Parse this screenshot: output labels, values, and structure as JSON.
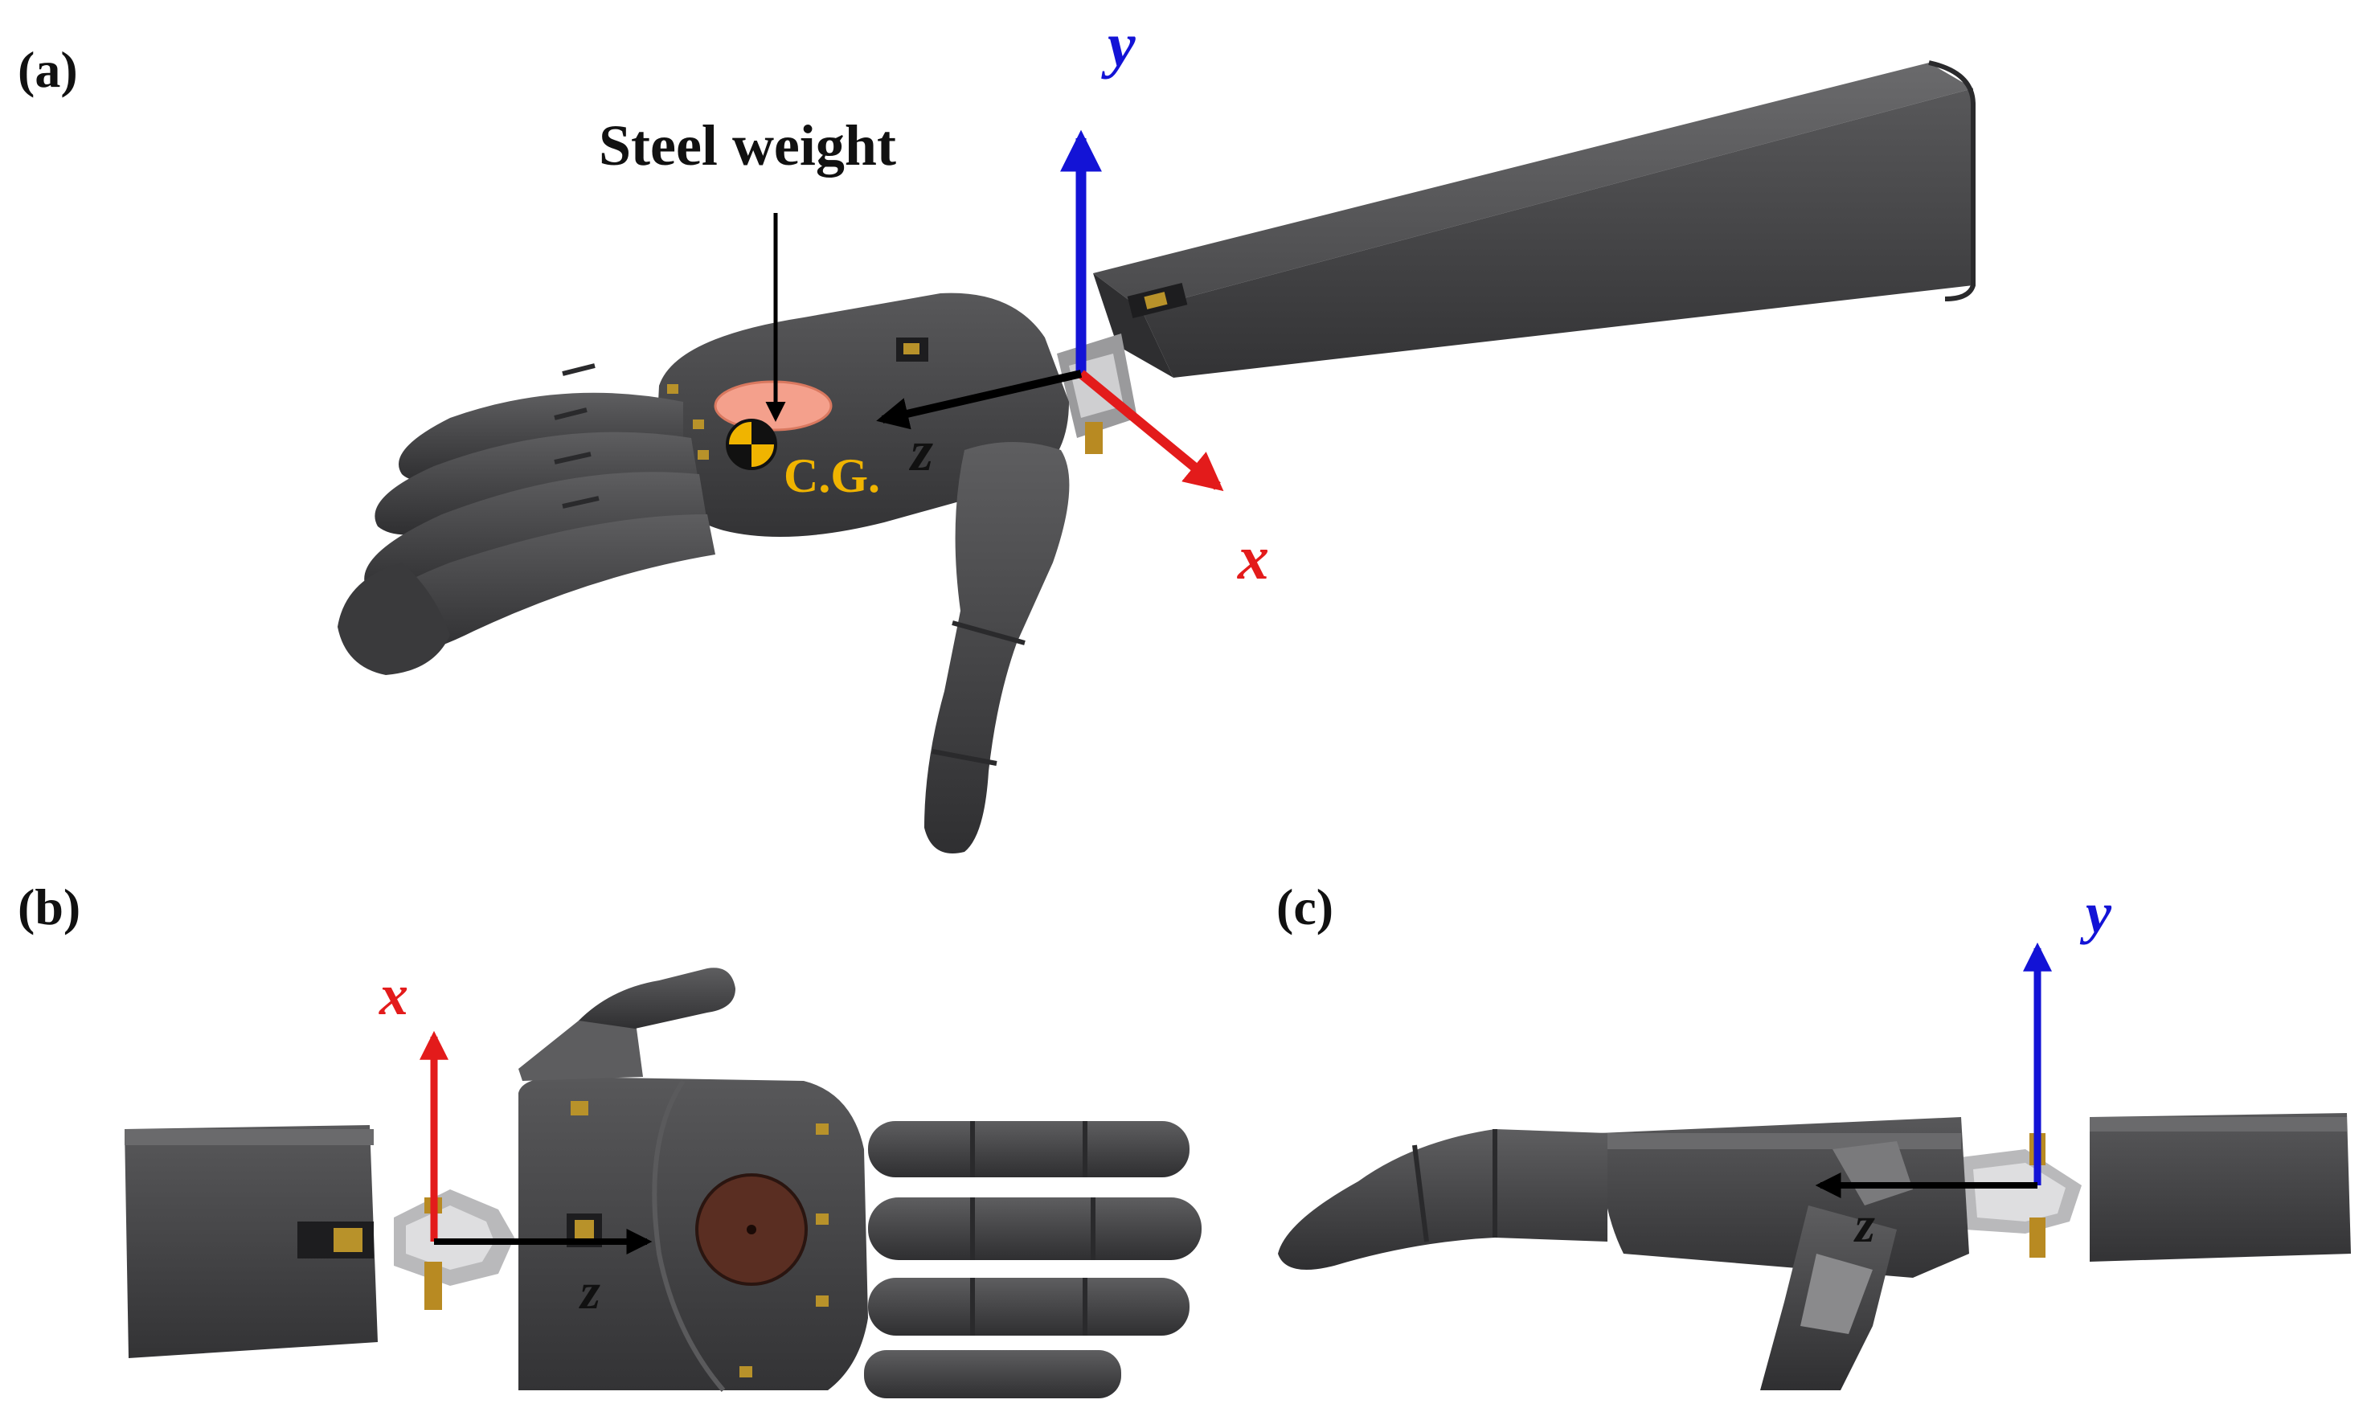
{
  "panels": {
    "a": {
      "label": "(a)"
    },
    "b": {
      "label": "(b)"
    },
    "c": {
      "label": "(c)"
    }
  },
  "annotations": {
    "steel_weight": "Steel weight",
    "cg": "C.G."
  },
  "axes": {
    "x": "x",
    "y": "y",
    "z": "z"
  },
  "colors": {
    "x_axis": "#e31b1b",
    "y_axis": "#1313d6",
    "z_axis": "#000000",
    "cg_text": "#f0b400",
    "steel_weight_fill": "#f4a08c",
    "steel_weight_top_view": "#5a2e22",
    "body": "#444446"
  }
}
